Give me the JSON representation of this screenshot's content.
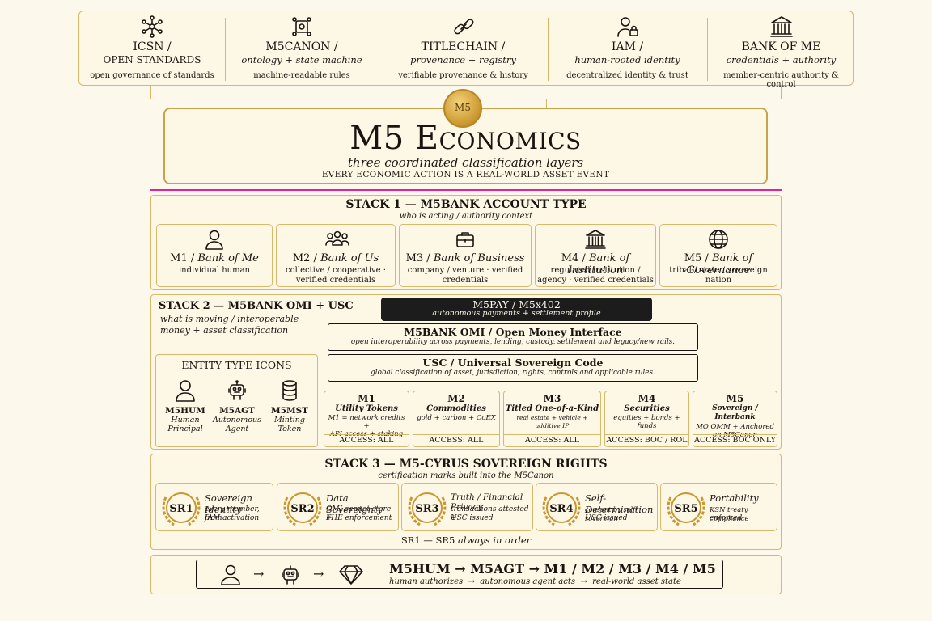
{
  "top": [
    {
      "icon": "network-icon",
      "title": "ICSN /",
      "title2": "OPEN STANDARDS",
      "desc": "open governance of standards"
    },
    {
      "icon": "ontology-icon",
      "title": "M5CANON /",
      "sub": "ontology + state machine",
      "desc": "machine-readable rules"
    },
    {
      "icon": "chain-link-icon",
      "title": "TITLECHAIN /",
      "sub": "provenance + registry",
      "desc": "verifiable provenance & history"
    },
    {
      "icon": "user-lock-icon",
      "title": "IAM /",
      "sub": "human-rooted identity",
      "desc": "decentralized identity & trust"
    },
    {
      "icon": "bank-icon",
      "title": "BANK OF ME",
      "sub": "credentials + authority",
      "desc": "member-centric authority & control"
    }
  ],
  "coin": "M5",
  "title": {
    "main": "M5 Economics",
    "sub": "three coordinated classification layers",
    "tag": "EVERY ECONOMIC ACTION IS A REAL-WORLD ASSET EVENT"
  },
  "stack1": {
    "title": "STACK 1 — M5BANK ACCOUNT TYPE",
    "sub": "who is acting / authority context",
    "accounts": [
      {
        "icon": "person-icon",
        "code": "M1 /",
        "name": "Bank of Me",
        "desc": "individual human"
      },
      {
        "icon": "group-icon",
        "code": "M2 /",
        "name": "Bank of Us",
        "desc": "collective / cooperative · verified credentials"
      },
      {
        "icon": "briefcase-icon",
        "code": "M3 /",
        "name": "Bank of Business",
        "desc": "company / venture · verified credentials"
      },
      {
        "icon": "institution-icon",
        "code": "M4 /",
        "name": "Bank of Institution",
        "desc": "regulated institution / agency · verified credentials"
      },
      {
        "icon": "globe-icon",
        "code": "M5 /",
        "name": "Bank of Governance",
        "desc": "tribal / state / sovereign nation"
      }
    ]
  },
  "stack2": {
    "title": "STACK 2 — M5BANK OMI + USC",
    "sub1": "what is moving / interoperable",
    "sub2": "money + asset classification",
    "pay": {
      "title": "M5PAY / M5x402",
      "sub": "autonomous payments + settlement profile"
    },
    "omi": {
      "title": "M5BANK OMI / Open Money Interface",
      "sub": "open interoperability across payments, lending, custody, settlement and legacy/new rails."
    },
    "usc": {
      "title": "USC / Universal Sovereign Code",
      "sub": "global classification of asset, jurisdiction, rights, controls and applicable rules."
    },
    "entity": {
      "title": "ENTITY TYPE ICONS",
      "items": [
        {
          "icon": "human-icon",
          "code": "M5HUM",
          "l1": "Human",
          "l2": "Principal"
        },
        {
          "icon": "robot-icon",
          "code": "M5AGT",
          "l1": "Autonomous",
          "l2": "Agent"
        },
        {
          "icon": "database-icon",
          "code": "M5MST",
          "l1": "Minting",
          "l2": "Token"
        }
      ]
    },
    "classes": [
      {
        "code": "M1",
        "head": "Utility Tokens",
        "d1": "M1 = network credits +",
        "d2": "API access + staking",
        "access": "ACCESS: ALL"
      },
      {
        "code": "M2",
        "head": "Commodities",
        "d1": "gold + carbon + CoEX",
        "d2": "",
        "access": "ACCESS: ALL"
      },
      {
        "code": "M3",
        "head": "Titled One-of-a-Kind",
        "d1": "real estate + vehicle + additive IP",
        "d2": "",
        "access": "ACCESS: ALL"
      },
      {
        "code": "M4",
        "head": "Securities",
        "d1": "equities + bonds + funds",
        "d2": "",
        "access": "ACCESS: BOC / ROL"
      },
      {
        "code": "M5",
        "head": "Sovereign / Interbank",
        "d1": "MO OMM + Anchored",
        "d2": "on M5Canon",
        "access": "ACCESS: BOC ONLY"
      }
    ]
  },
  "stack3": {
    "title": "STACK 3 — M5-CYRUS SOVEREIGN RIGHTS",
    "sub": "certification marks built into the M5Canon",
    "rights": [
      {
        "badge": "SR1",
        "title": "Sovereign Identity",
        "d1": "every member, from",
        "d2": "IAM activation"
      },
      {
        "badge": "SR2",
        "title": "Data Sovereignty",
        "d1": "OMI cannot store +",
        "d2": "FHE enforcement"
      },
      {
        "badge": "SR3",
        "title": "Truth / Financial Privacy",
        "d1": "transactions attested +",
        "d2": "USC issued"
      },
      {
        "badge": "SR4",
        "title": "Self-Determination",
        "d1": "consent by self-sovereign",
        "d2": "USC issued"
      },
      {
        "badge": "SR5",
        "title": "Portability",
        "d1": "KSN treaty compliance",
        "d2": "enforced"
      }
    ],
    "footer_a": "SR1 — SR5",
    "footer_b": "always in order"
  },
  "flow": {
    "arrow": "→",
    "main": "M5HUM → M5AGT → M1 / M2 / M3 / M4 / M5",
    "s1": "human authorizes",
    "s2": "autonomous agent acts",
    "s3": "real-world asset state"
  },
  "colors": {
    "gold": "#d8b86a",
    "accent": "#e0229c",
    "dark": "#1c1c1c",
    "bg": "#fcf8ec"
  }
}
